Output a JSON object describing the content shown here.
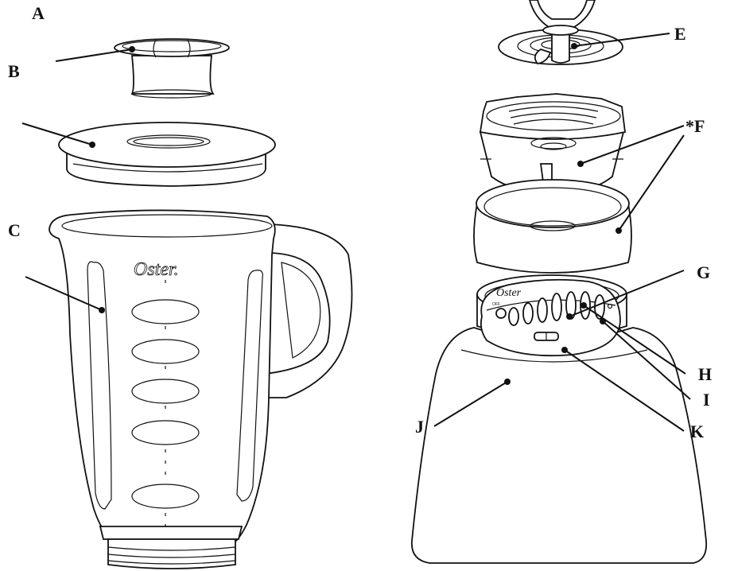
{
  "labels": {
    "a": "A",
    "b": "B",
    "c": "C",
    "e": "E",
    "f": "*F",
    "g": "G",
    "h": "H",
    "i": "I",
    "j": "J",
    "k": "K"
  },
  "brand": {
    "jar": "Oster.",
    "base": "Oster"
  },
  "panel": {
    "off_text": "OFF"
  }
}
